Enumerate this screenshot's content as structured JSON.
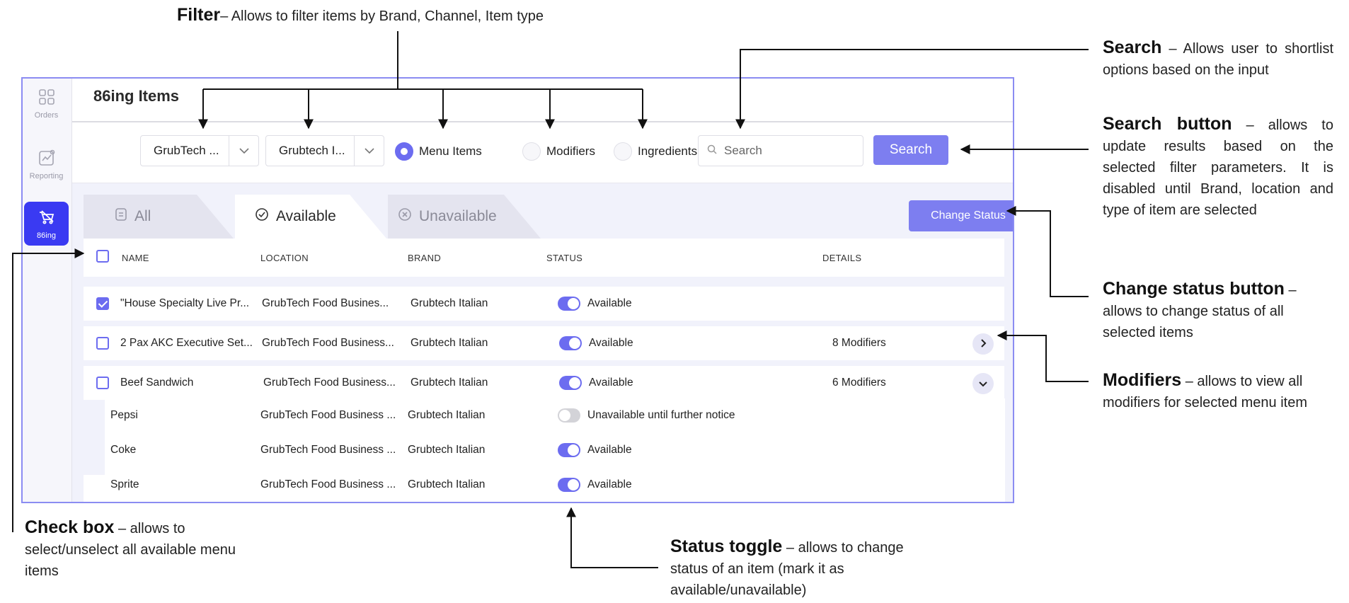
{
  "rail": {
    "items": [
      {
        "label": "Orders",
        "icon": "grid-icon"
      },
      {
        "label": "Reporting",
        "icon": "chart-icon"
      },
      {
        "label": "86ing",
        "icon": "cart-icon",
        "active": true
      }
    ]
  },
  "header": {
    "title": "86ing Items"
  },
  "filters": {
    "brand_value": "GrubTech ...",
    "location_value": "Grubtech I...",
    "item_types": [
      "Menu Items",
      "Modifiers",
      "Ingredients"
    ],
    "selected_type": "Menu Items",
    "search_placeholder": "Search",
    "search_button": "Search"
  },
  "tabs": {
    "all": "All",
    "available": "Available",
    "unavailable": "Unavailable",
    "active": "Available"
  },
  "change_status_button": "Change Status",
  "table": {
    "headers": {
      "name": "NAME",
      "location": "LOCATION",
      "brand": "BRAND",
      "status": "STATUS",
      "details": "DETAILS"
    },
    "rows": [
      {
        "name": "\"House Specialty Live Pr...",
        "location": "GrubTech Food Busines...",
        "brand": "Grubtech Italian",
        "status": "Available",
        "details": "",
        "checked": true
      },
      {
        "name": "2 Pax AKC Executive Set...",
        "location": "GrubTech Food Business...",
        "brand": "Grubtech Italian",
        "status": "Available",
        "details": "8 Modifiers",
        "checked": false
      },
      {
        "name": "Beef Sandwich",
        "location": "GrubTech Food Business...",
        "brand": "Grubtech Italian",
        "status": "Available",
        "details": "6 Modifiers",
        "checked": false
      }
    ],
    "modifiers": [
      {
        "name": "Pepsi",
        "location": "GrubTech Food Business ...",
        "brand": "Grubtech Italian",
        "status": "Unavailable until further notice",
        "on": false
      },
      {
        "name": "Coke",
        "location": "GrubTech Food Business ...",
        "brand": "Grubtech Italian",
        "status": "Available",
        "on": true
      },
      {
        "name": "Sprite",
        "location": "GrubTech Food Business ...",
        "brand": "Grubtech Italian",
        "status": "Available",
        "on": true
      }
    ]
  },
  "annotations": {
    "filter": {
      "title": "Filter",
      "text": "– Allows to filter items by Brand, Channel, Item type"
    },
    "search": {
      "title": "Search",
      "text": "– Allows user to shortlist options based on the input"
    },
    "search_button": {
      "title": "Search button",
      "text": "– allows to update results based on the selected filter parameters. It is disabled until Brand, location and type of item are selected"
    },
    "change_status": {
      "title": "Change status button",
      "text": "– allows to change status of all selected items"
    },
    "modifiers": {
      "title": "Modifiers",
      "text": "– allows to view all modifiers for selected menu item"
    },
    "check_box": {
      "title": "Check box",
      "text": "– allows to select/unselect all available menu items"
    },
    "status_toggle": {
      "title": "Status toggle",
      "text": "– allows to change status of an item (mark it as available/unavailable)"
    }
  },
  "colors": {
    "accent": "#6c6cf0",
    "button": "#7d7ef0",
    "frame": "#8b8cf2",
    "rail_active": "#3a3af2",
    "content_bg": "#f1f2fb"
  }
}
